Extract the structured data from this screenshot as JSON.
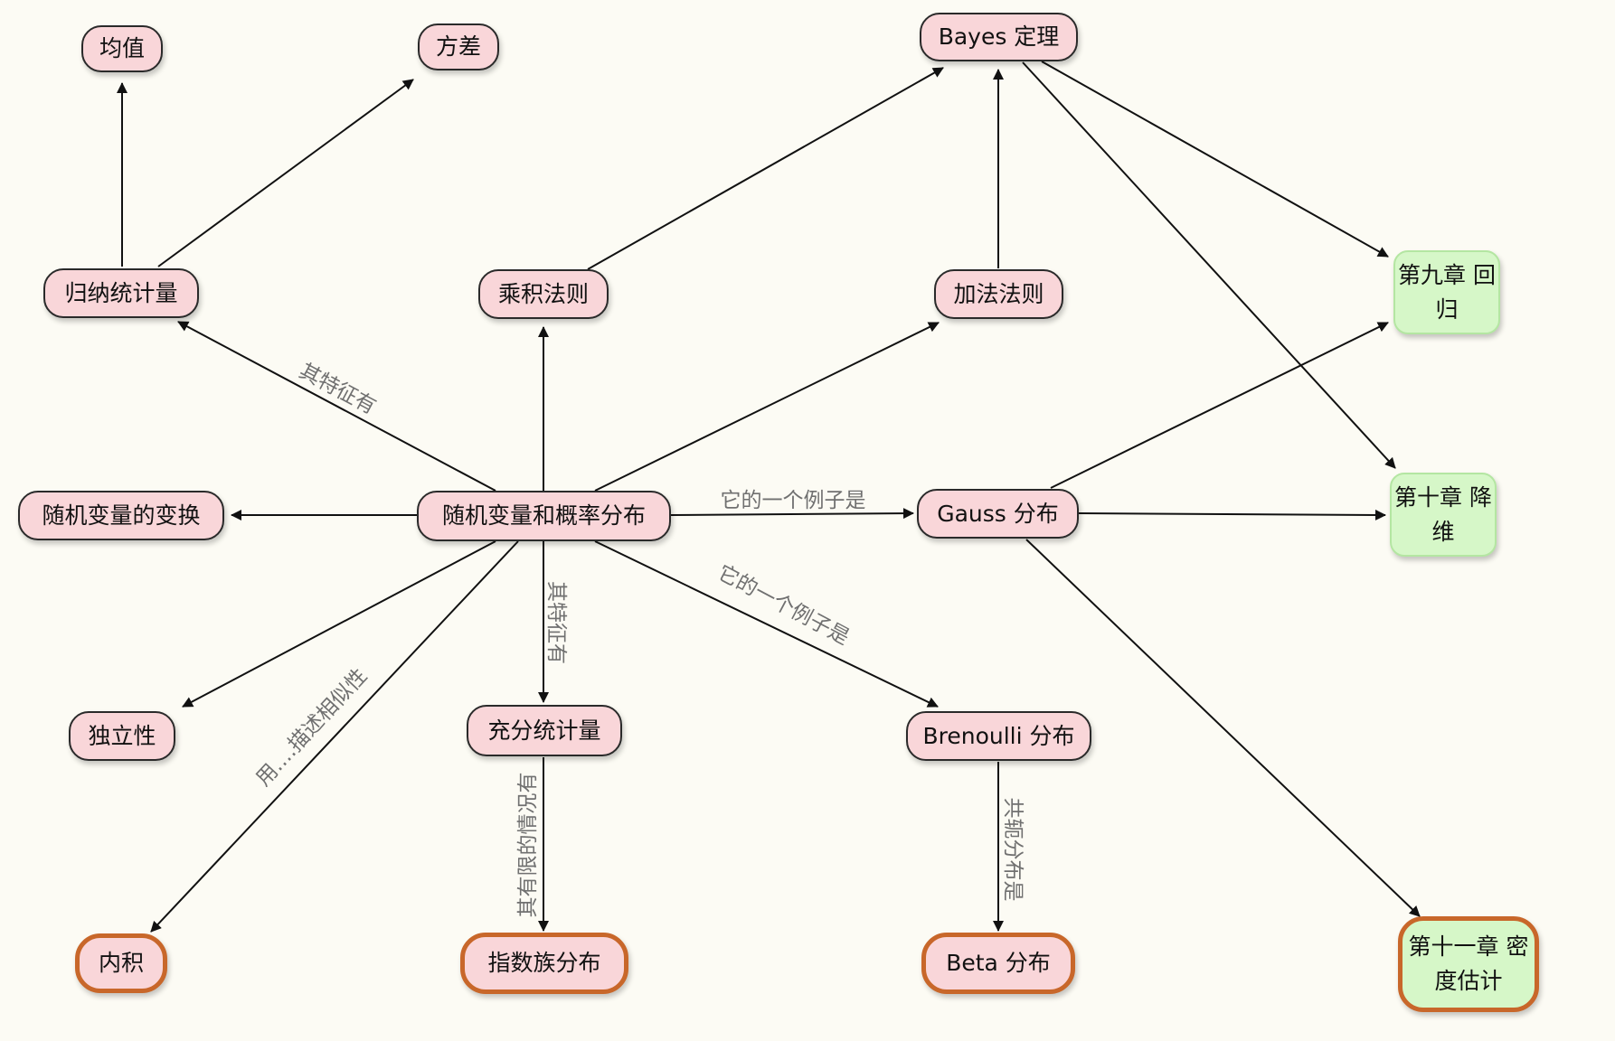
{
  "nodes": {
    "mean": "均值",
    "variance": "方差",
    "bayes": "Bayes 定理",
    "summary_stats": "归纳统计量",
    "product_rule": "乘积法则",
    "sum_rule": "加法法则",
    "ch9": "第九章 回归",
    "rv_transform": "随机变量的变换",
    "rv_dist": "随机变量和概率分布",
    "gauss": "Gauss 分布",
    "ch10": "第十章 降维",
    "independence": "独立性",
    "sufficient_stats": "充分统计量",
    "bernoulli": "Brenoulli 分布",
    "inner_product": "内积",
    "exp_family": "指数族分布",
    "beta": "Beta 分布",
    "ch11": "第十一章 密度估计"
  },
  "edge_labels": {
    "characterized_by_1": "其特征有",
    "example_1": "它的一个例子是",
    "characterized_by_2": "其特征有",
    "example_2": "它的一个例子是",
    "similarity": "用....描述相似性",
    "finite_case": "其有限的情况有",
    "conjugate": "共轭分布是"
  },
  "colors": {
    "concept_fill": "#f9d6d9",
    "chapter_fill": "#d6f7c8",
    "emphasis_border": "#c8672a",
    "edge": "#111111",
    "edge_label": "#707070",
    "background": "#fcfbf4"
  }
}
